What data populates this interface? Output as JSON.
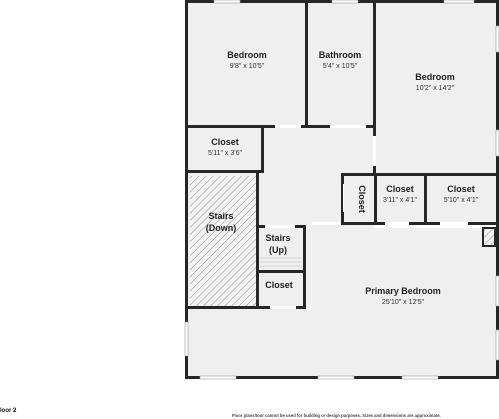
{
  "floor_label": "loor 2",
  "disclaimer": "Floor plans/tour cannot be used for building or design purposes. Sizes and dimensions are approximate.",
  "rooms": {
    "bedroom_nw": {
      "name": "Bedroom",
      "dims": "9'8\" x 10'5\""
    },
    "bathroom": {
      "name": "Bathroom",
      "dims": "5'4\" x 10'5\""
    },
    "bedroom_ne": {
      "name": "Bedroom",
      "dims": "10'2\" x 14'2\""
    },
    "closet_w": {
      "name": "Closet",
      "dims": "5'11\" x 3'6\""
    },
    "closet_v": {
      "name": "Closet"
    },
    "closet_mid": {
      "name": "Closet",
      "dims": "3'11\" x 4'1\""
    },
    "closet_e": {
      "name": "Closet",
      "dims": "5'10\" x 4'1\""
    },
    "stairs_down": {
      "line1": "Stairs",
      "line2": "(Down)"
    },
    "stairs_up": {
      "line1": "Stairs",
      "line2": "(Up)"
    },
    "closet_s": {
      "name": "Closet"
    },
    "primary": {
      "name": "Primary Bedroom",
      "dims": "25'10\" x 12'5\""
    }
  },
  "colors": {
    "wall": "#262626",
    "floor": "#efefef",
    "hatch": "#8c8c8c"
  }
}
